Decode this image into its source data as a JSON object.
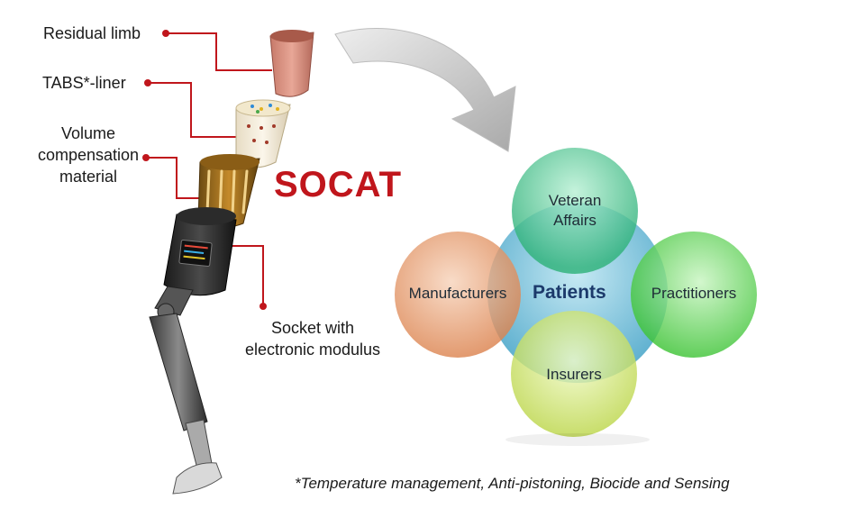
{
  "title": "SOCAT",
  "components": {
    "residual_limb": "Residual limb",
    "tabs_liner": "TABS*-liner",
    "volume_line1": "Volume",
    "volume_line2": "compensation",
    "volume_line3": "material",
    "socket_line1": "Socket with",
    "socket_line2": "electronic modulus"
  },
  "stakeholders": {
    "center": "Patients",
    "top_line1": "Veteran",
    "top_line2": "Affairs",
    "left": "Manufacturers",
    "right": "Practitioners",
    "bottom": "Insurers"
  },
  "footnote": "*Temperature management, Anti-pistoning, Biocide and Sensing",
  "colors": {
    "title": "#c0161c",
    "leader_line": "#c0161c",
    "patients_circle": "#5ab0cf",
    "veteran_circle": "#3fbf8a",
    "manufacturers_circle": "#e3915e",
    "practitioners_circle": "#52cf4a",
    "insurers_circle": "#c8e05a",
    "arrow": "#c9c9c9"
  }
}
